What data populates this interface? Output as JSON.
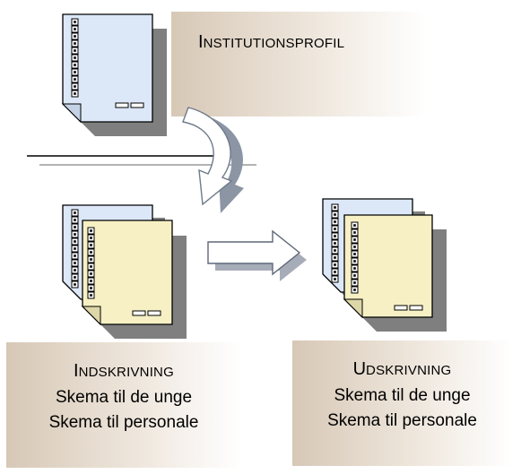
{
  "profile_box": {
    "first_letter": "I",
    "rest": "NSTITUTIONSPROFIL"
  },
  "intake_box": {
    "first_letter": "I",
    "rest": "NDSKRIVNING",
    "lines": [
      "Skema til de unge",
      "Skema til personale"
    ]
  },
  "discharge_box": {
    "first_letter": "U",
    "rest": "DSKRIVNING",
    "lines": [
      "Skema til de unge",
      "Skema til personale"
    ]
  },
  "colors": {
    "doc_blue": "#dce8f8",
    "doc_yellow": "#f6f0c4",
    "shadow": "#808080",
    "arrow_gray": "#9aa3b2"
  },
  "icons": {
    "form_documents": "form-document-icon",
    "curved_arrow": "curved-arrow-icon",
    "right_arrow": "right-arrow-icon"
  }
}
